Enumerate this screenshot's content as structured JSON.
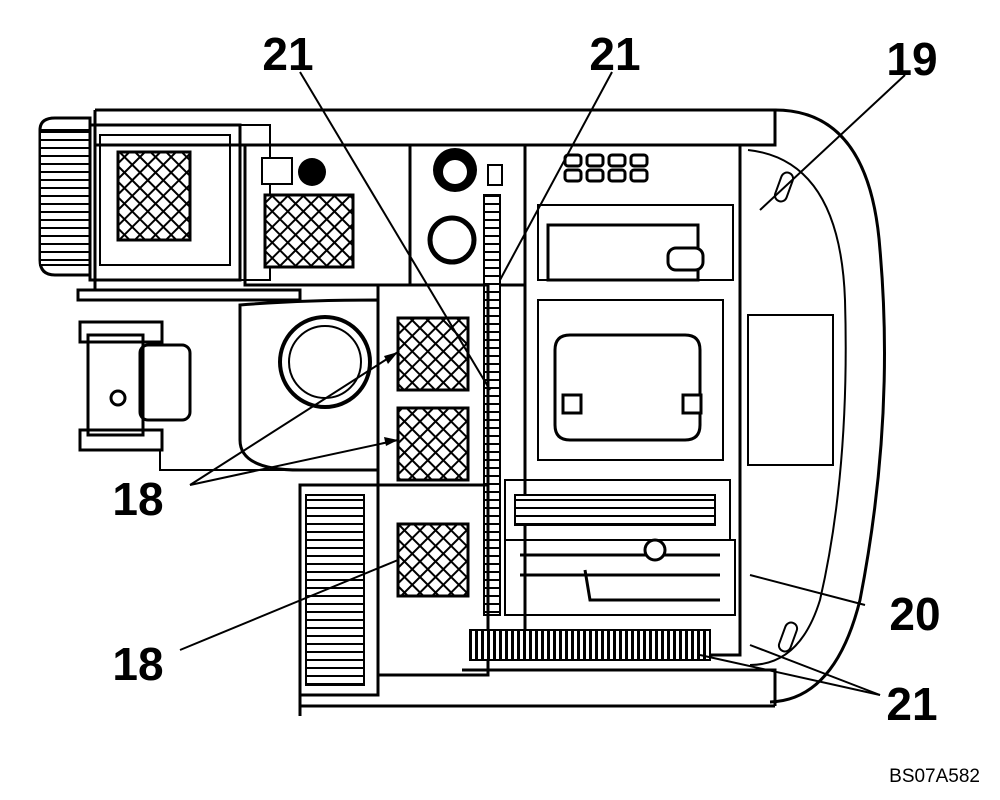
{
  "callouts": {
    "top_left": "21",
    "top_mid": "21",
    "top_right": "19",
    "left_upper": "18",
    "left_lower": "18",
    "right_mid": "20",
    "bottom_right": "21"
  },
  "figure_ref": "BS07A582",
  "colors": {
    "line": "#000000",
    "background": "#ffffff"
  }
}
